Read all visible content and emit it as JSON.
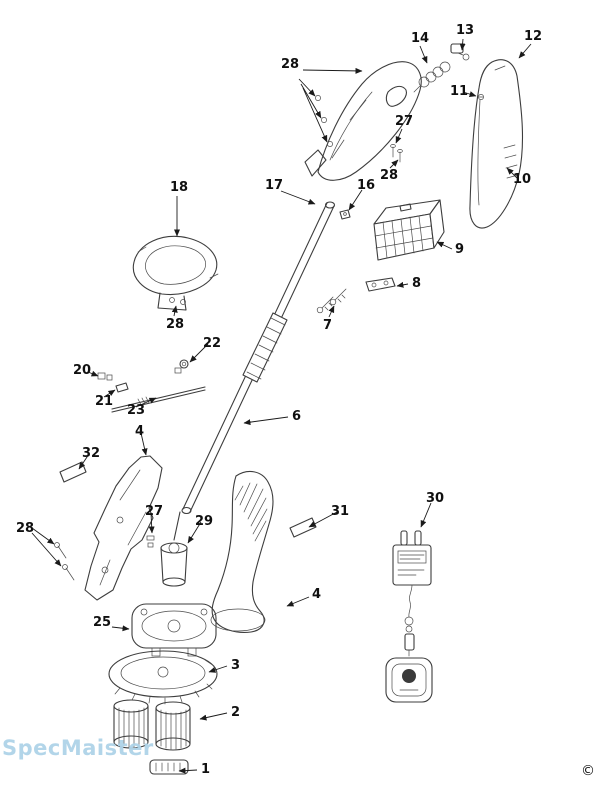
{
  "diagram": {
    "watermark": "SpecMaister",
    "copyright": "©",
    "callouts": [
      {
        "label": "28"
      },
      {
        "label": "14"
      },
      {
        "label": "13"
      },
      {
        "label": "12"
      },
      {
        "label": "11"
      },
      {
        "label": "27"
      },
      {
        "label": "28"
      },
      {
        "label": "16"
      },
      {
        "label": "17"
      },
      {
        "label": "18"
      },
      {
        "label": "10"
      },
      {
        "label": "9"
      },
      {
        "label": "8"
      },
      {
        "label": "7"
      },
      {
        "label": "28"
      },
      {
        "label": "22"
      },
      {
        "label": "20"
      },
      {
        "label": "21"
      },
      {
        "label": "23"
      },
      {
        "label": "6"
      },
      {
        "label": "4"
      },
      {
        "label": "32"
      },
      {
        "label": "28"
      },
      {
        "label": "27"
      },
      {
        "label": "29"
      },
      {
        "label": "31"
      },
      {
        "label": "30"
      },
      {
        "label": "25"
      },
      {
        "label": "4"
      },
      {
        "label": "3"
      },
      {
        "label": "2"
      },
      {
        "label": "1"
      }
    ]
  }
}
